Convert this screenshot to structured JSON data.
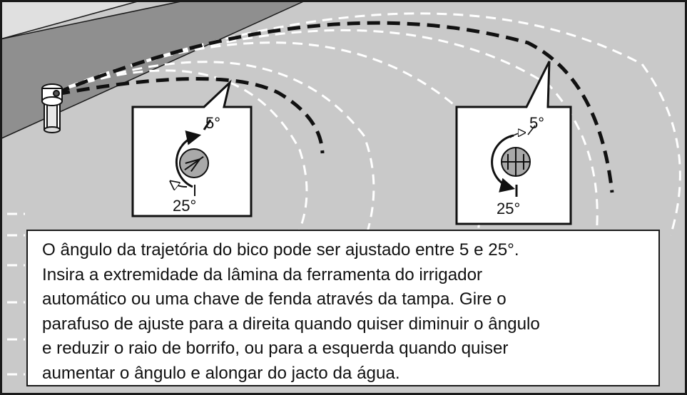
{
  "colors": {
    "background": "#c9c9c9",
    "road": "#8f8f8f",
    "frame": "#1a1a1a",
    "spray_dark": "#111111",
    "spray_light": "#ffffff",
    "screw": "#a9a9a9"
  },
  "left_inset": {
    "angle_top": "5°",
    "angle_bottom": "25°"
  },
  "right_inset": {
    "angle_top": "5°",
    "angle_bottom": "25°"
  },
  "caption": {
    "lines": [
      "O ângulo da trajetória do bico pode ser ajustado entre 5 e 25°.",
      "Insira a extremidade da lâmina da ferramenta do irrigador",
      "automático ou uma chave de fenda através da tampa. Gire o",
      "parafuso de ajuste para a direita quando quiser diminuir o ângulo",
      "e reduzir o raio de borrifo, ou para a esquerda quando quiser",
      "aumentar o ângulo e alongar do jacto da água."
    ]
  }
}
